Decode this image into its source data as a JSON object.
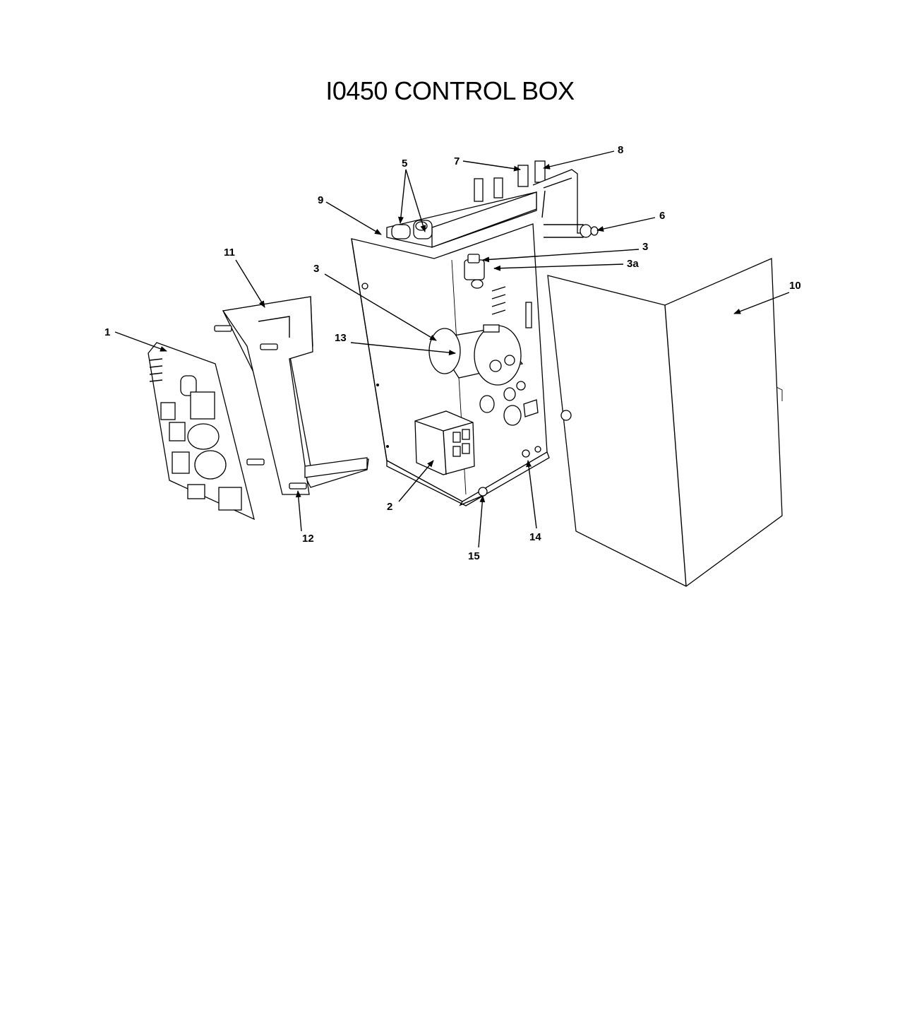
{
  "title": "I0450 CONTROL BOX",
  "callouts": [
    {
      "id": "c1",
      "text": "1"
    },
    {
      "id": "c2",
      "text": "2"
    },
    {
      "id": "c3a",
      "text": "3"
    },
    {
      "id": "c3b",
      "text": "3"
    },
    {
      "id": "c3c",
      "text": "3a"
    },
    {
      "id": "c5",
      "text": "5"
    },
    {
      "id": "c6",
      "text": "6"
    },
    {
      "id": "c7",
      "text": "7"
    },
    {
      "id": "c8",
      "text": "8"
    },
    {
      "id": "c9",
      "text": "9"
    },
    {
      "id": "c10",
      "text": "10"
    },
    {
      "id": "c11",
      "text": "11"
    },
    {
      "id": "c12",
      "text": "12"
    },
    {
      "id": "c13",
      "text": "13"
    },
    {
      "id": "c14",
      "text": "14"
    },
    {
      "id": "c15",
      "text": "15"
    }
  ]
}
